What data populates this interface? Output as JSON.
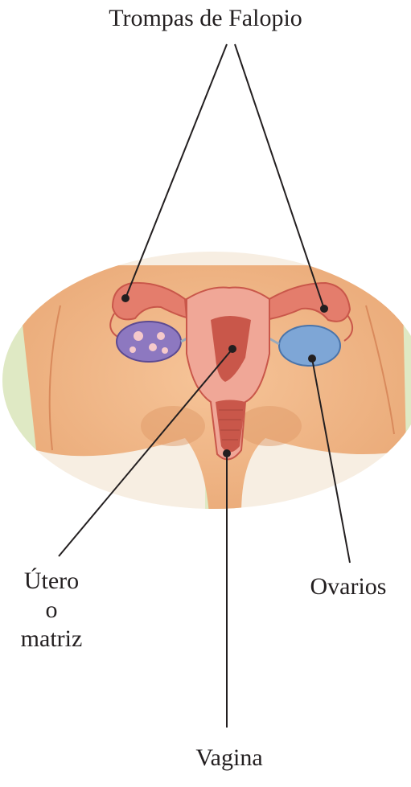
{
  "labels": {
    "trompas": "Trompas de Falopio",
    "utero_line1": "Útero",
    "utero_line2": "o",
    "utero_line3": "matriz",
    "ovarios": "Ovarios",
    "vagina": "Vagina"
  },
  "colors": {
    "skin": "#efb788",
    "skin_shadow": "#e3a070",
    "background_green": "#dfe9c4",
    "uterus": "#e47d6c",
    "uterus_light": "#f0a797",
    "uterus_dark": "#c9574a",
    "ovary_left": "#8d78c0",
    "ovary_right": "#7ea6d6",
    "follicle": "#f5c9cb",
    "leader_line": "#231f20"
  }
}
